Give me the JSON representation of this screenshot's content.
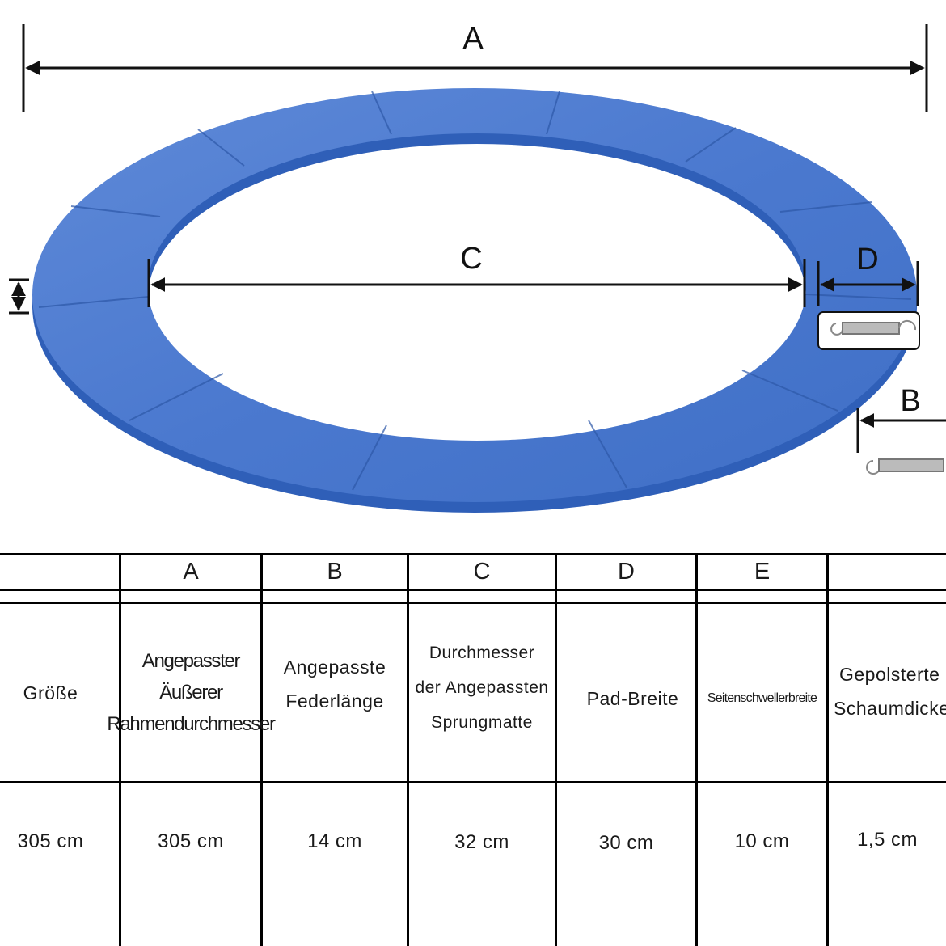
{
  "diagram": {
    "label_a": "A",
    "label_b": "B",
    "label_c": "C",
    "label_d": "D",
    "pad_color": "#4a78cf",
    "pad_edge_color": "#2f5fb8"
  },
  "table": {
    "header_letters": [
      "",
      "A",
      "B",
      "C",
      "D",
      "E",
      ""
    ],
    "row_labels": [
      [
        "Größe"
      ],
      [
        "Angepasster",
        "Äußerer",
        "Rahmendurchmesser"
      ],
      [
        "Angepasste",
        "Federlänge"
      ],
      [
        "Durchmesser",
        "der Angepassten",
        "Sprungmatte"
      ],
      [
        "Pad-Breite"
      ],
      [
        "Seitenschwellerbreite"
      ],
      [
        "Gepolsterte",
        "Schaumdicke"
      ]
    ],
    "row_values": [
      "305 cm",
      "305 cm",
      "14 cm",
      "32 cm",
      "30 cm",
      "10 cm",
      "1,5 cm"
    ]
  }
}
